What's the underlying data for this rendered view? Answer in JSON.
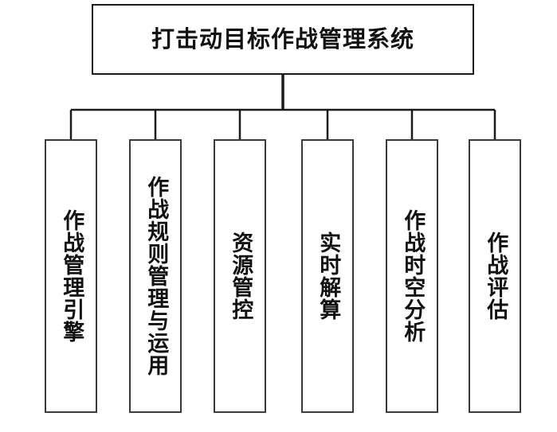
{
  "diagram": {
    "type": "organization-tree",
    "orientation": "top-down",
    "background_color": "#ffffff",
    "line_color": "#1a1a1a",
    "box_border_color": "#3a3a3a",
    "root": {
      "label": "打击动目标作战管理系统"
    },
    "children": [
      {
        "label": "作战管理引擎"
      },
      {
        "label": "作战规则管理与运用"
      },
      {
        "label": "资源管控"
      },
      {
        "label": "实时解算"
      },
      {
        "label": "作战时空分析"
      },
      {
        "label": "作战评估"
      }
    ]
  }
}
